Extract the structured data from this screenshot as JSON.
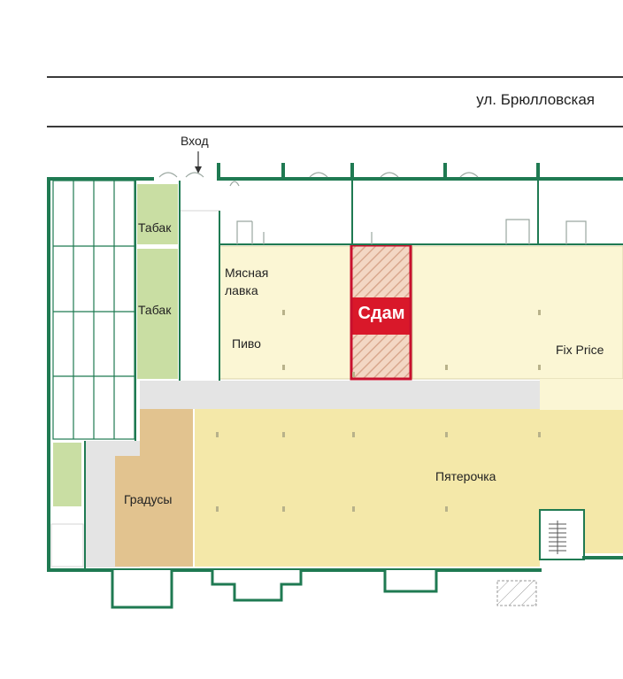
{
  "street": {
    "name": "ул. Брюлловская"
  },
  "entrance": {
    "label": "Вход"
  },
  "units": {
    "tobacco_1": {
      "label": "Табак"
    },
    "tobacco_2": {
      "label": "Табак"
    },
    "butcher": {
      "label": "Мясная\nлавка"
    },
    "beer": {
      "label": "Пиво"
    },
    "for_rent": {
      "label": "Сдам"
    },
    "fix_price": {
      "label": "Fix Price"
    },
    "pyaterochka": {
      "label": "Пятерочка"
    },
    "gradusy": {
      "label": "Градусы"
    }
  },
  "colors": {
    "wall": "#1f7a52",
    "tobacco": "#c9dea3",
    "shop": "#fbf6d4",
    "supermarket": "#f4e8a9",
    "liquor": "#e2c38f",
    "corridor": "#e3e3e3",
    "rent_border": "#c8102e",
    "rent_fill": "#d9182a"
  }
}
